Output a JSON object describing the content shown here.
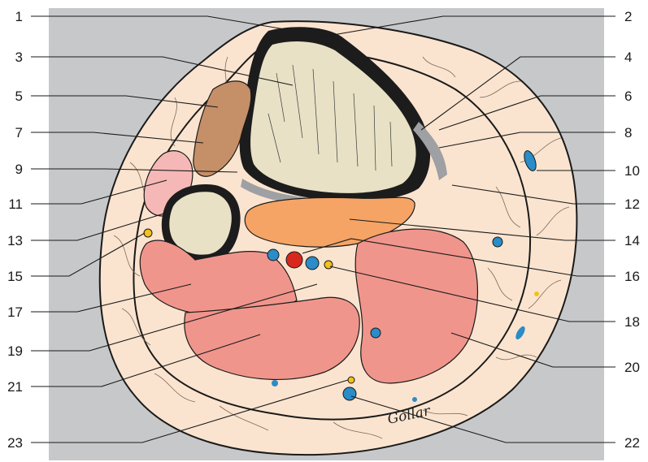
{
  "labels": {
    "left": [
      "1",
      "3",
      "5",
      "7",
      "9",
      "11",
      "13",
      "15",
      "17",
      "19",
      "21",
      "23"
    ],
    "right": [
      "2",
      "4",
      "6",
      "8",
      "10",
      "12",
      "14",
      "16",
      "18",
      "20",
      "22"
    ]
  },
  "signature": "Gollar",
  "colors": {
    "background_panel": "#c7c8ca",
    "skin_fat": "#fbe4cf",
    "bone_cortex": "#1c1c1c",
    "bone_marrow": "#e8e1c6",
    "muscle_red": "#f0958c",
    "muscle_brown": "#c58f68",
    "muscle_pink": "#f5b8b6",
    "muscle_orange": "#f5a465",
    "artery": "#d8271d",
    "vein": "#2a8cc8",
    "nerve": "#f2c21a",
    "fascia_gray": "#9ea0a3"
  }
}
